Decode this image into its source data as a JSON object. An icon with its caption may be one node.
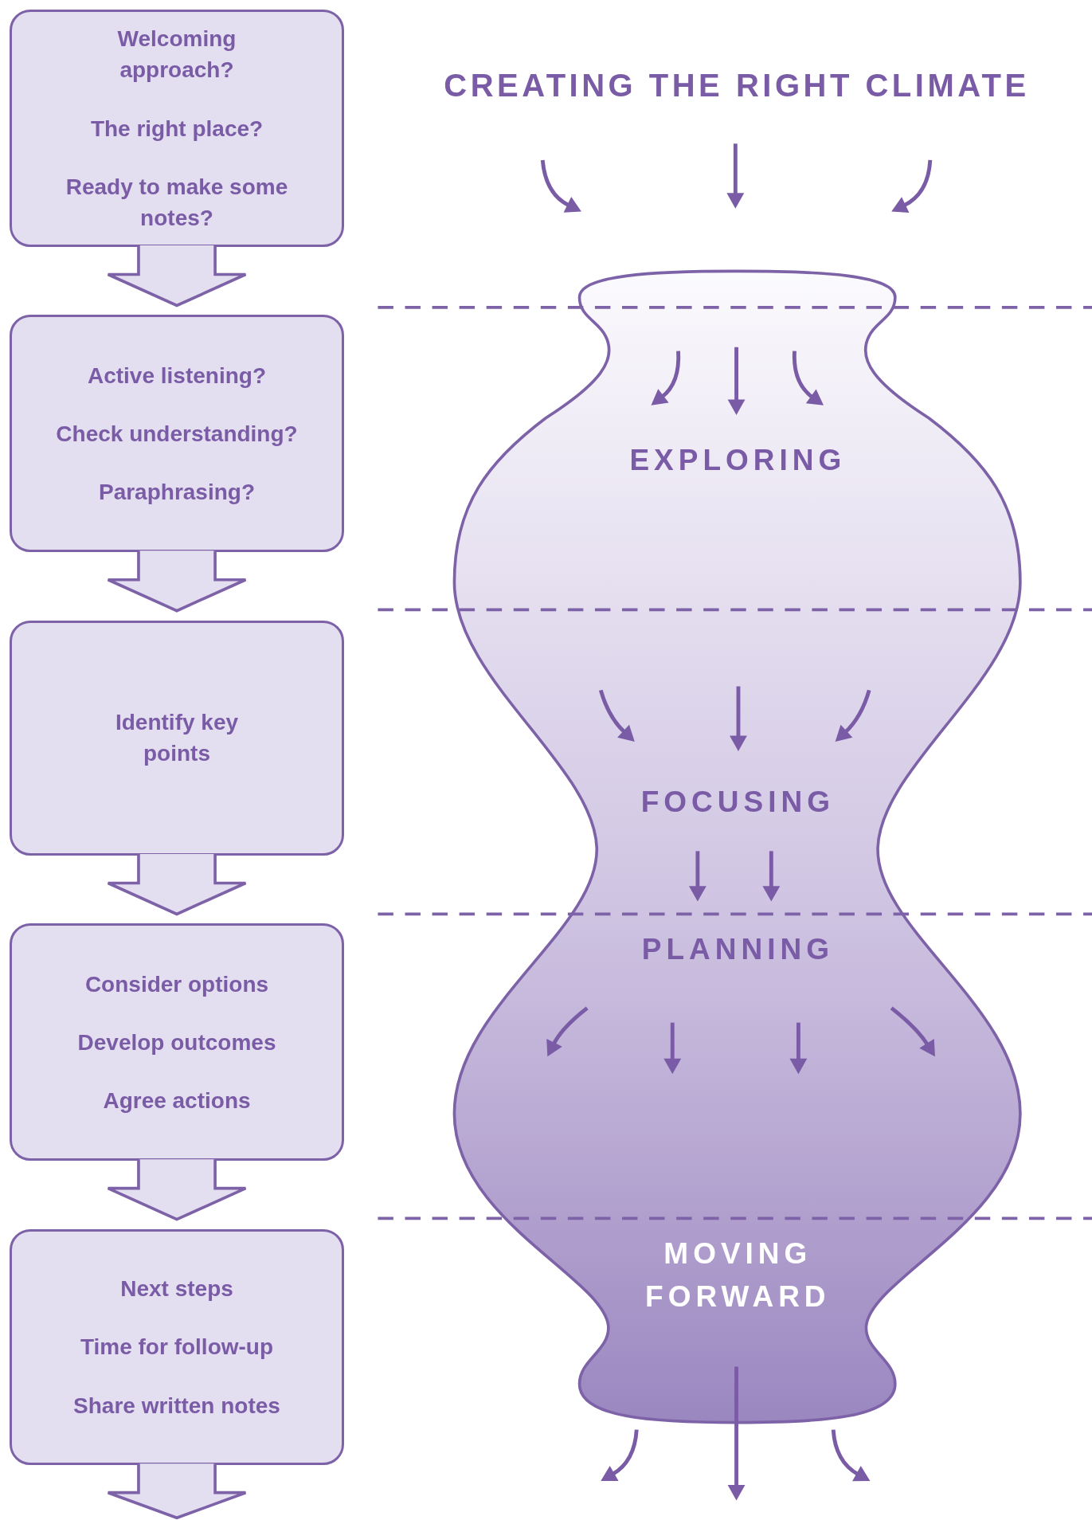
{
  "diagram": {
    "title": "CREATING THE RIGHT CLIMATE",
    "nodes": [
      {
        "text": [
          "Welcoming approach?",
          "The right place?",
          "Ready to make some notes?"
        ]
      },
      {
        "text": [
          "Active listening?",
          "Check understanding?",
          "Paraphrasing?"
        ]
      },
      {
        "text": [
          "Identify key points"
        ]
      },
      {
        "text": [
          "Consider options",
          "Develop outcomes",
          "Agree actions"
        ]
      },
      {
        "text": [
          "Next steps",
          "Time for follow-up",
          "Share written notes"
        ]
      },
      {
        "text": [
          "EXPLORING",
          "FOCUSING",
          "PLANNING",
          "MOVING FORWARD"
        ]
      }
    ],
    "edges": [
      {
        "from": 0,
        "to": 1,
        "arrow": "to"
      },
      {
        "from": 1,
        "to": 2,
        "arrow": "to"
      },
      {
        "from": 2,
        "to": 3,
        "arrow": "to"
      },
      {
        "from": 3,
        "to": 4,
        "arrow": "to"
      },
      {
        "from": 4,
        "to": null,
        "arrow": "to"
      }
    ]
  }
}
